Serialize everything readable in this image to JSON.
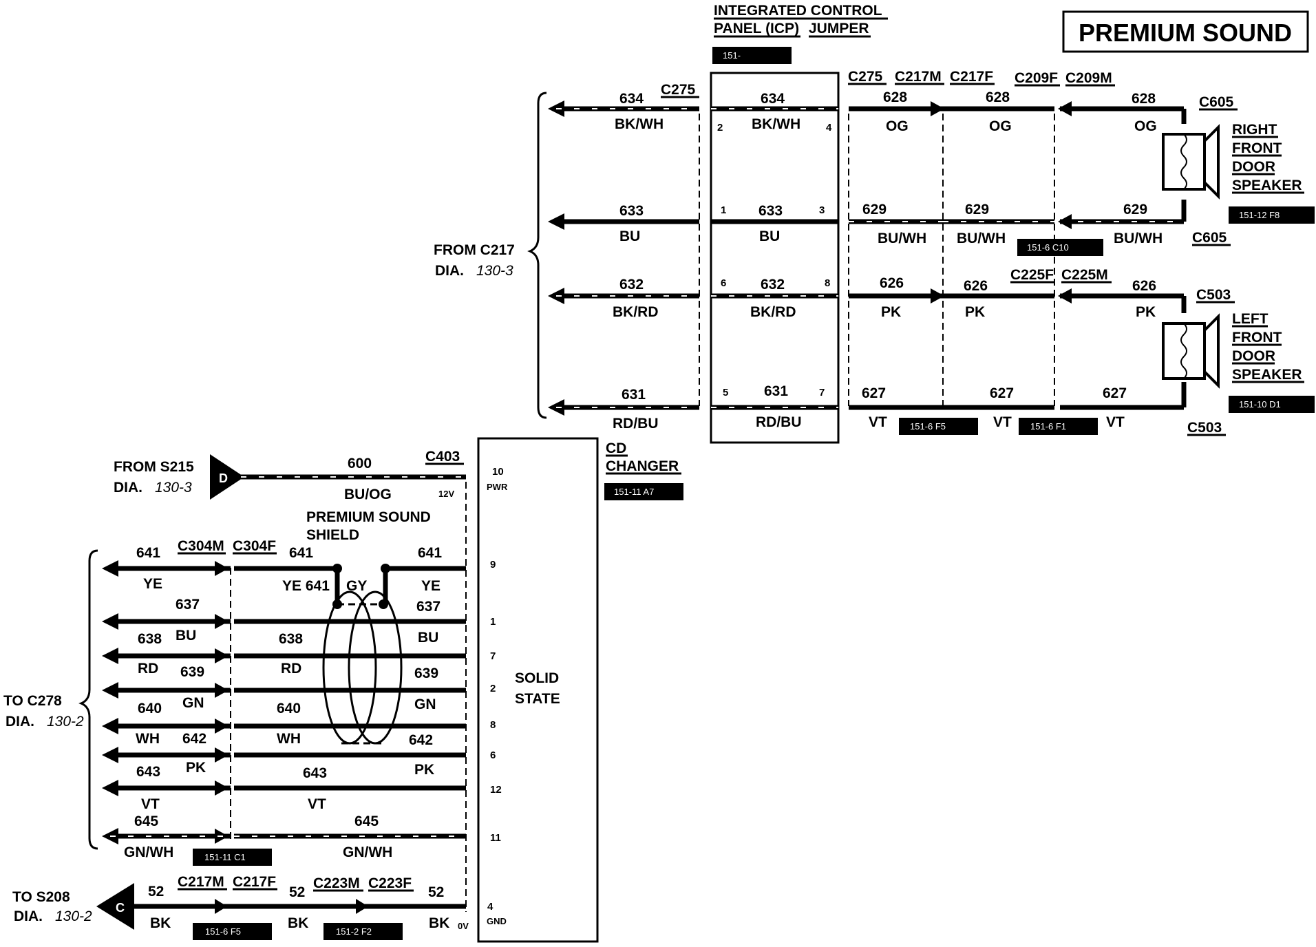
{
  "title": "PREMIUM SOUND",
  "icp": {
    "line1": "INTEGRATED CONTROL",
    "line2a": "PANEL (ICP)",
    "line2b": "JUMPER",
    "ref": "151-"
  },
  "from_c217": {
    "line1": "FROM C217",
    "dia": "DIA.",
    "num": "130-3"
  },
  "from_s215": {
    "line1": "FROM S215",
    "dia": "DIA.",
    "num": "130-3",
    "badge": "D"
  },
  "to_c278": {
    "line1": "TO C278",
    "dia": "DIA.",
    "num": "130-2"
  },
  "to_s208": {
    "line1": "TO S208",
    "dia": "DIA.",
    "num": "130-2",
    "badge": "C"
  },
  "cd_changer": {
    "line1": "CD",
    "line2": "CHANGER",
    "ref": "151-11 A7"
  },
  "solid_state": {
    "line1": "SOLID",
    "line2": "STATE"
  },
  "shield": {
    "line1": "PREMIUM SOUND",
    "line2": "SHIELD"
  },
  "speakers": {
    "right": {
      "l1": "RIGHT",
      "l2": "FRONT",
      "l3": "DOOR",
      "l4": "SPEAKER",
      "ref": "151-12 F8",
      "conn": "C605"
    },
    "left": {
      "l1": "LEFT",
      "l2": "FRONT",
      "l3": "DOOR",
      "l4": "SPEAKER",
      "ref": "151-10 D1",
      "conn": "C503"
    }
  },
  "connectors": {
    "c275": "C275",
    "c217m": "C217M",
    "c217f": "C217F",
    "c209f": "C209F",
    "c209m": "C209M",
    "c225f": "C225F",
    "c225m": "C225M",
    "c403": "C403",
    "c304m": "C304M",
    "c304f": "C304F",
    "c223m": "C223M",
    "c223f": "C223F"
  },
  "refs": {
    "r_6c10": "151-6 C10",
    "r_6f5a": "151-6 F5",
    "r_6f1": "151-6 F1",
    "r_11c1": "151-11 C1",
    "r_6f5b": "151-6 F5",
    "r_2f2": "151-2 F2"
  },
  "pins_icp": [
    "2",
    "4",
    "1",
    "3",
    "6",
    "8",
    "5",
    "7"
  ],
  "pins_cd": [
    "10",
    "9",
    "1",
    "7",
    "2",
    "8",
    "6",
    "12",
    "11",
    "4"
  ],
  "pin_labels": {
    "pwr": "PWR",
    "gnd": "GND",
    "v12": "12V",
    "v0": "0V"
  },
  "circuits": {
    "c634": "634",
    "c633": "633",
    "c632": "632",
    "c631": "631",
    "c628": "628",
    "c629": "629",
    "c626": "626",
    "c627": "627",
    "c600": "600",
    "c641": "641",
    "c637": "637",
    "c638": "638",
    "c639": "639",
    "c640": "640",
    "c642": "642",
    "c643": "643",
    "c645": "645",
    "c52": "52"
  },
  "colors": {
    "bkwh": "BK/WH",
    "bu": "BU",
    "bkrd": "BK/RD",
    "rdbu": "RD/BU",
    "og": "OG",
    "buwh": "BU/WH",
    "pk": "PK",
    "vt": "VT",
    "buog": "BU/OG",
    "ye": "YE",
    "rd": "RD",
    "gn": "GN",
    "wh": "WH",
    "gnwh": "GN/WH",
    "bk": "BK",
    "gy": "GY",
    "ye641": "YE 641"
  }
}
